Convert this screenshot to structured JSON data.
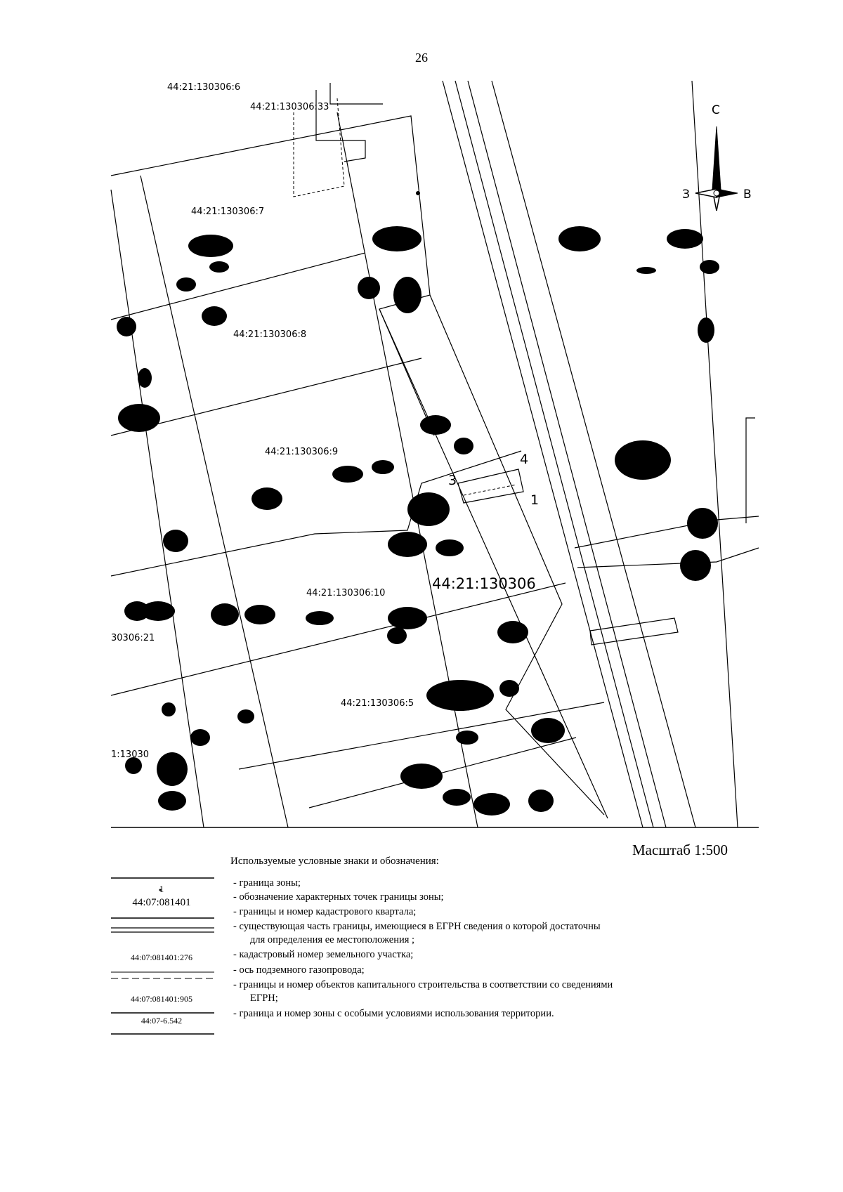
{
  "page": {
    "number": "26"
  },
  "map": {
    "parcel_labels": [
      "44:21:130306:6",
      "44:21:130306:33",
      "44:21:130306:7",
      "44:21:130306:8",
      "44:21:130306:9",
      "44:21:130306:10",
      "30306:21",
      "44:21:130306:5",
      "1:13030"
    ],
    "quarter_label": "44:21:130306",
    "points": [
      "1",
      "3",
      "4"
    ],
    "compass": {
      "north": "С",
      "west": "З",
      "east": "В"
    }
  },
  "scale": "Масштаб 1:500",
  "legend": {
    "title": "Используемые условные знаки и обозначения:",
    "symbols": {
      "point_number": "1",
      "quarter_number": "44:07:081401",
      "parcel_number": "44:07:081401:276",
      "building_number": "44:07:081401:905",
      "zone_number": "44:07-6.542"
    },
    "items": [
      "- граница зоны;",
      "- обозначение характерных точек границы зоны;",
      "- границы и номер кадастрового квартала;",
      "- существующая часть границы, имеющиеся в ЕГРН сведения о которой достаточны",
      "для определения ее местоположения ;",
      "- кадастровый номер земельного участка;",
      "- ось подземного газопровода;",
      "- границы и номер объектов капитального строительства в соответствии со сведениями",
      "ЕГРН;",
      "- граница и номер зоны с особыми условиями использования территории."
    ]
  }
}
